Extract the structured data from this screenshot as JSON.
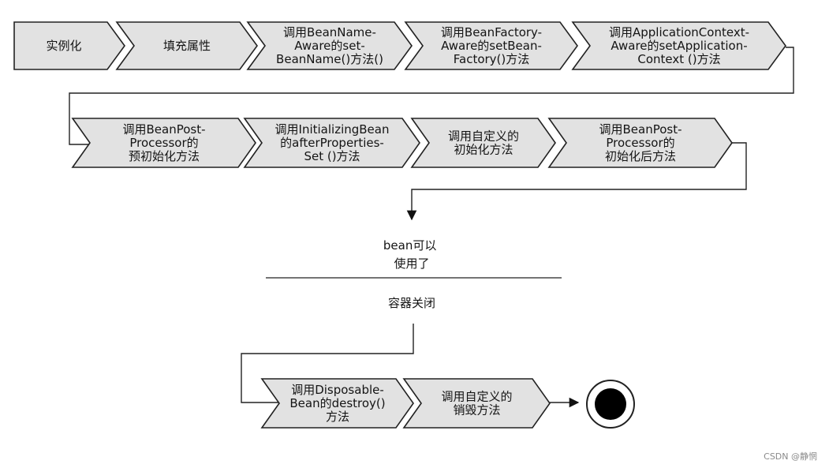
{
  "steps": [
    {
      "id": "instantiate",
      "lines": [
        "实例化"
      ]
    },
    {
      "id": "populate-properties",
      "lines": [
        "填充属性"
      ]
    },
    {
      "id": "set-bean-name",
      "lines": [
        "调用BeanName-",
        "Aware的set-",
        "BeanName()方法()"
      ]
    },
    {
      "id": "set-bean-factory",
      "lines": [
        "调用BeanFactory-",
        "Aware的setBean-",
        "Factory()方法"
      ]
    },
    {
      "id": "set-application-context",
      "lines": [
        "调用ApplicationContext-",
        "Aware的setApplication-",
        "Context ()方法"
      ]
    },
    {
      "id": "post-process-before-init",
      "lines": [
        "调用BeanPost-",
        "Processor的",
        "预初始化方法"
      ]
    },
    {
      "id": "after-properties-set",
      "lines": [
        "调用InitializingBean",
        "的afterProperties-",
        "Set ()方法"
      ]
    },
    {
      "id": "custom-init",
      "lines": [
        "调用自定义的",
        "初始化方法"
      ]
    },
    {
      "id": "post-process-after-init",
      "lines": [
        "调用BeanPost-",
        "Processor的",
        "初始化后方法"
      ]
    },
    {
      "id": "disposable-destroy",
      "lines": [
        "调用Disposable-",
        "Bean的destroy()",
        "方法"
      ]
    },
    {
      "id": "custom-destroy",
      "lines": [
        "调用自定义的",
        "销毁方法"
      ]
    }
  ],
  "bean_ready": [
    "bean可以",
    "使用了"
  ],
  "container_closed": "容器关闭",
  "watermark": "CSDN @静惘"
}
